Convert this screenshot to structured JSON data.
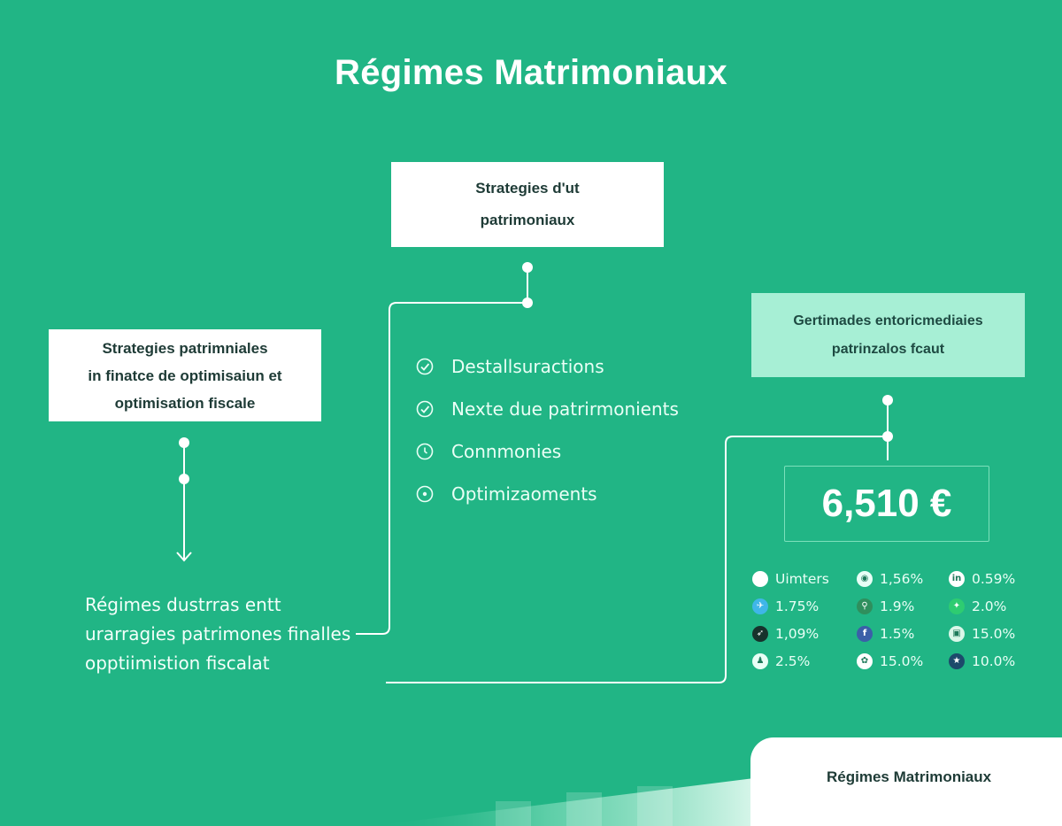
{
  "title": "Régimes Matrimoniaux",
  "box_top": {
    "lines": [
      "Strategies d'ut",
      "patrimoniaux"
    ]
  },
  "box_left": {
    "lines": [
      "Strategies patrimniales",
      "in finatce de optimisaiun et",
      "optimisation fiscale"
    ]
  },
  "box_right": {
    "lines": [
      "Gertimades entoricmediaies",
      "patrinzalos fcaut"
    ]
  },
  "checklist": [
    {
      "label": "Destallsuractions",
      "icon": "check-circle-icon"
    },
    {
      "label": "Nexte due patrirmonients",
      "icon": "check-circle-icon"
    },
    {
      "label": "Connmonies",
      "icon": "clock-circle-icon"
    },
    {
      "label": "Optimizaoments",
      "icon": "dot-circle-icon"
    }
  ],
  "left_text": [
    "Régimes dustrras entt",
    "urarragies patrimones finalles",
    "opptiimistion fiscalat"
  ],
  "value": "6,510 €",
  "stats": [
    {
      "label": "Uimters",
      "icon": "circle-icon",
      "color": "#ffffff"
    },
    {
      "label": "1,56%",
      "icon": "globe-icon",
      "color": "#e8fff6"
    },
    {
      "label": "0.59%",
      "icon": "linkedin-icon",
      "color": "#ffffff"
    },
    {
      "label": "1.75%",
      "icon": "twitter-icon",
      "color": "#3fb6e8"
    },
    {
      "label": "1.9%",
      "icon": "pin-icon",
      "color": "#2f8f5d"
    },
    {
      "label": "2.0%",
      "icon": "leaf-icon",
      "color": "#2ecc71"
    },
    {
      "label": "1,09%",
      "icon": "rocket-icon",
      "color": "#17322c"
    },
    {
      "label": "1.5%",
      "icon": "facebook-icon",
      "color": "#3b5fa8"
    },
    {
      "label": "15.0%",
      "icon": "chat-icon",
      "color": "#d9f7e9"
    },
    {
      "label": "2.5%",
      "icon": "person-icon",
      "color": "#e8fff6"
    },
    {
      "label": "15.0%",
      "icon": "flower-icon",
      "color": "#ffffff"
    },
    {
      "label": "10.0%",
      "icon": "star-icon",
      "color": "#1c4a6b"
    }
  ],
  "footer": {
    "label": "Régimes Matrimoniaux"
  }
}
